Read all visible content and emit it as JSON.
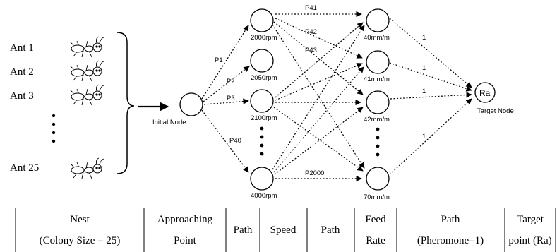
{
  "ants": [
    "Ant 1",
    "Ant 2",
    "Ant 3",
    "Ant 25"
  ],
  "nodes": {
    "initial": "Initial Node",
    "target_symbol": "Ra",
    "target": "Target Node",
    "speeds": [
      "2000rpm",
      "2050rpm",
      "2100rpm",
      "4000rpm"
    ],
    "feeds": [
      "40mm/m",
      "41mm/m",
      "42mm/m",
      "70mm/m"
    ]
  },
  "edge_labels": {
    "p1": "P1",
    "p2": "P2",
    "p3": "P3",
    "p40": "P40",
    "p41": "P41",
    "p42": "P42",
    "p43": "P43",
    "p2000": "P2000",
    "one_a": "1",
    "one_b": "1",
    "one_c": "1",
    "one_d": "1"
  },
  "table": {
    "nest": [
      "Nest",
      "(Colony Size = 25)"
    ],
    "approaching": [
      "Approaching",
      "Point"
    ],
    "path1": "Path",
    "speed": "Speed",
    "path2": "Path",
    "feed": [
      "Feed",
      "Rate"
    ],
    "path3": [
      "Path",
      "(Pheromone=1)"
    ],
    "target": [
      "Target",
      "point (Ra)"
    ]
  }
}
